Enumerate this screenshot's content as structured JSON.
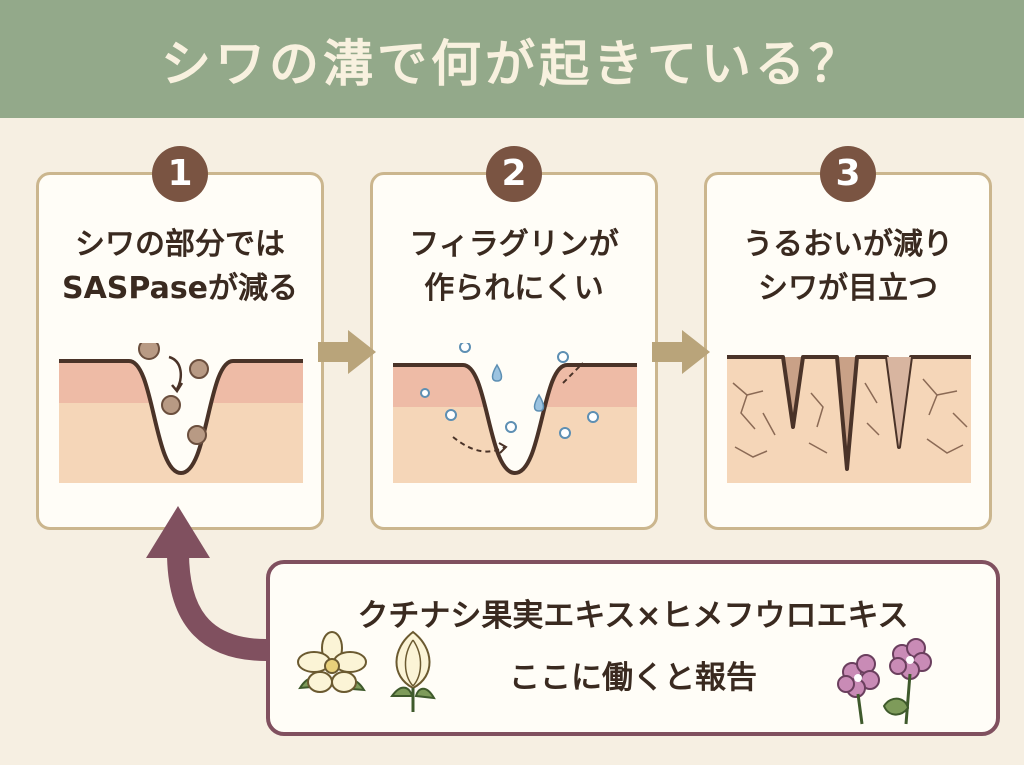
{
  "title": "シワの溝で何が起きている？",
  "steps": [
    {
      "number": "1",
      "line1": "シワの部分では",
      "line2": "SASPaseが減る"
    },
    {
      "number": "2",
      "line1": "フィラグリンが",
      "line2": "作られにくい"
    },
    {
      "number": "3",
      "line1": "うるおいが減り",
      "line2": "シワが目立つ"
    }
  ],
  "result": {
    "line1": "クチナシ果実エキス×ヒメフウロエキス",
    "line2": "ここに働くと報告"
  },
  "colors": {
    "header": "#93a98a",
    "badge": "#7a5442",
    "card_border": "#cbb68e",
    "box_border": "#80505f",
    "arrow": "#b9a47a"
  }
}
